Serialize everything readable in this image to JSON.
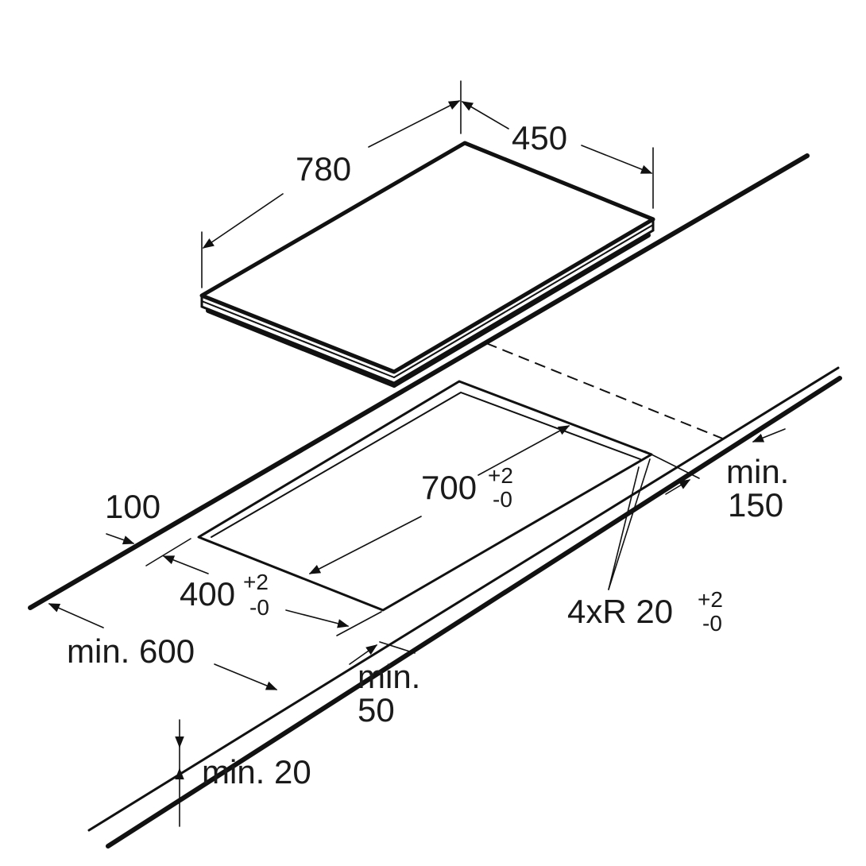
{
  "hob": {
    "length_label": "780",
    "width_label": "450"
  },
  "cutout": {
    "length_value": "700",
    "length_tol_plus": "+2",
    "length_tol_minus": "-0",
    "width_value": "400",
    "width_tol_plus": "+2",
    "width_tol_minus": "-0",
    "radius_value": "4xR 20",
    "radius_tol_plus": "+2",
    "radius_tol_minus": "-0"
  },
  "clearances": {
    "back_label": "100",
    "side_line1": "min.",
    "side_line2": "150",
    "depth_label": "min. 600",
    "front_line1": "min.",
    "front_line2": "50",
    "thickness_label": "min. 20"
  },
  "colors": {
    "line": "#111111",
    "background": "#ffffff"
  }
}
